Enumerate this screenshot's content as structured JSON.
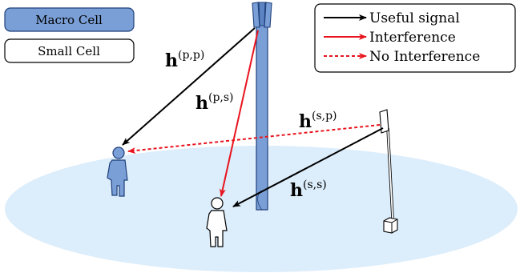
{
  "legend_left": {
    "macro_cell": "Macro Cell",
    "small_cell": "Small Cell"
  },
  "legend_right": {
    "useful_signal": "Useful signal",
    "interference": "Interference",
    "no_interference": "No Interference"
  },
  "channels": {
    "pp_base": "h",
    "pp_sup": "(p,p)",
    "ps_base": "h",
    "ps_sup": "(p,s)",
    "sp_base": "h",
    "sp_sup": "(s,p)",
    "ss_base": "h",
    "ss_sup": "(s,s)"
  },
  "colors": {
    "macro_fill": "#7a9fd6",
    "macro_stroke": "#1f3f7a",
    "ground": "#dcedfb",
    "useful": "#000000",
    "interference": "#e8141e"
  },
  "icons": [
    "macro-tower-icon",
    "small-cell-icon",
    "macro-user-icon",
    "small-user-icon"
  ]
}
